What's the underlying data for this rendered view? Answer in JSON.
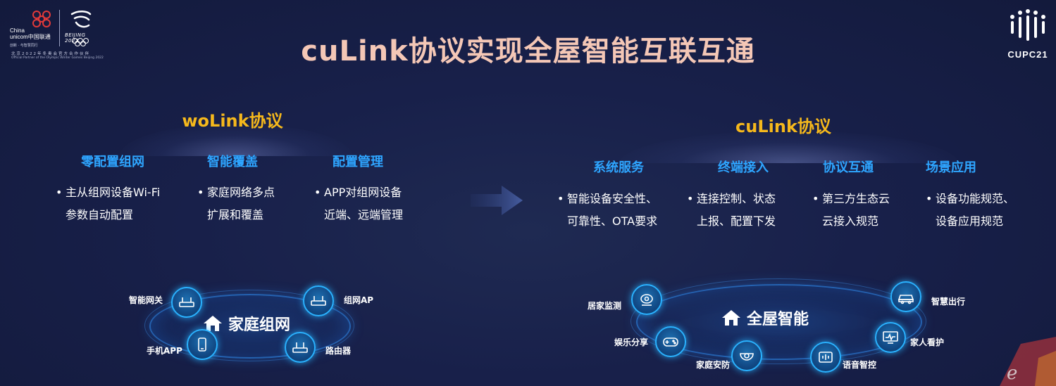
{
  "sponsor": {
    "brand_en_1": "China",
    "brand_en_2": "unicom中国联通",
    "brand_sub": "创新 · 与智慧同行",
    "bj_text": "BEIJING 2022",
    "partner_cn": "北京2022年冬奥会官方合作伙伴",
    "partner_en": "Official Partner of the Olympic Winter Games Beijing 2022"
  },
  "cupc_logo": "CUPC21",
  "title": "cuLink协议实现全屋智能互联互通",
  "left": {
    "protocol": "woLink协议",
    "features": [
      {
        "title": "零配置组网",
        "desc": [
          "主从组网设备Wi-Fi",
          "参数自动配置"
        ]
      },
      {
        "title": "智能覆盖",
        "desc": [
          "家庭网络多点",
          "扩展和覆盖"
        ]
      },
      {
        "title": "配置管理",
        "desc": [
          "APP对组网设备",
          "近端、远端管理"
        ]
      }
    ],
    "hub": "家庭组网",
    "nodes": [
      "智能网关",
      "组网AP",
      "手机APP",
      "路由器"
    ]
  },
  "right": {
    "protocol": "cuLink协议",
    "features": [
      {
        "title": "系统服务",
        "desc": [
          "智能设备安全性、",
          "可靠性、OTA要求"
        ]
      },
      {
        "title": "终端接入",
        "desc": [
          "连接控制、状态",
          "上报、配置下发"
        ]
      },
      {
        "title": "协议互通",
        "desc": [
          "第三方生态云",
          "云接入规范"
        ]
      },
      {
        "title": "场景应用",
        "desc": [
          "设备功能规范、",
          "设备应用规范"
        ]
      }
    ],
    "hub": "全屋智能",
    "nodes": [
      "居家监测",
      "智慧出行",
      "娱乐分享",
      "家人看护",
      "家庭安防",
      "语音智控"
    ]
  },
  "bullet": "•",
  "colors": {
    "accent_blue": "#2ea5ff",
    "protocol_gold": "#f5b81c",
    "title_peach": "#f4c7b6",
    "background": "#18204a"
  }
}
